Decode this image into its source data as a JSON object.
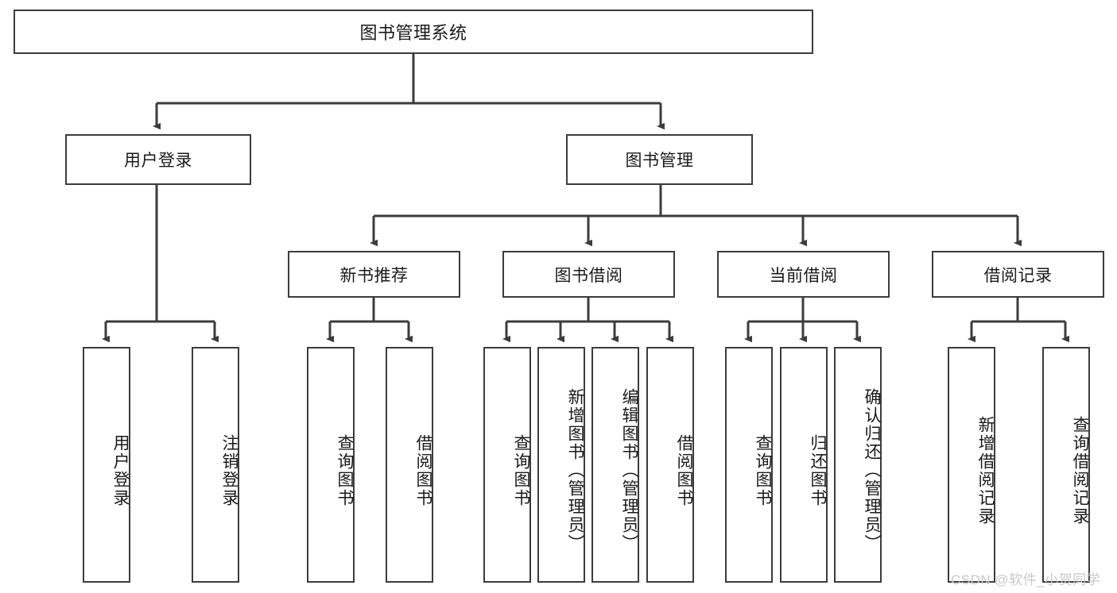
{
  "diagram": {
    "title": "图书管理系统",
    "type": "hierarchy-tree",
    "root": {
      "label": "图书管理系统"
    },
    "level2": [
      {
        "label": "用户登录"
      },
      {
        "label": "图书管理"
      }
    ],
    "level3": [
      {
        "label": "新书推荐"
      },
      {
        "label": "图书借阅"
      },
      {
        "label": "当前借阅"
      },
      {
        "label": "借阅记录"
      }
    ],
    "leaves": {
      "user_login": [
        {
          "label": "用户登录"
        },
        {
          "label": "注销登录"
        }
      ],
      "new_book_recommend": [
        {
          "label": "查询图书"
        },
        {
          "label": "借阅图书"
        }
      ],
      "book_borrow": [
        {
          "label": "查询图书"
        },
        {
          "label": "新增图书（管理员）"
        },
        {
          "label": "编辑图书（管理员）"
        },
        {
          "label": "借阅图书"
        }
      ],
      "current_borrow": [
        {
          "label": "查询图书"
        },
        {
          "label": "归还图书"
        },
        {
          "label": "确认归还（管理员）"
        }
      ],
      "borrow_records": [
        {
          "label": "新增借阅记录"
        },
        {
          "label": "查询借阅记录"
        }
      ]
    }
  },
  "watermark": {
    "text": "CSDN @软件_小贺同学"
  },
  "colors": {
    "border": "#3c3c3c",
    "background": "#ffffff",
    "text": "#1a1a1a",
    "watermark": "#c8c8c8"
  }
}
